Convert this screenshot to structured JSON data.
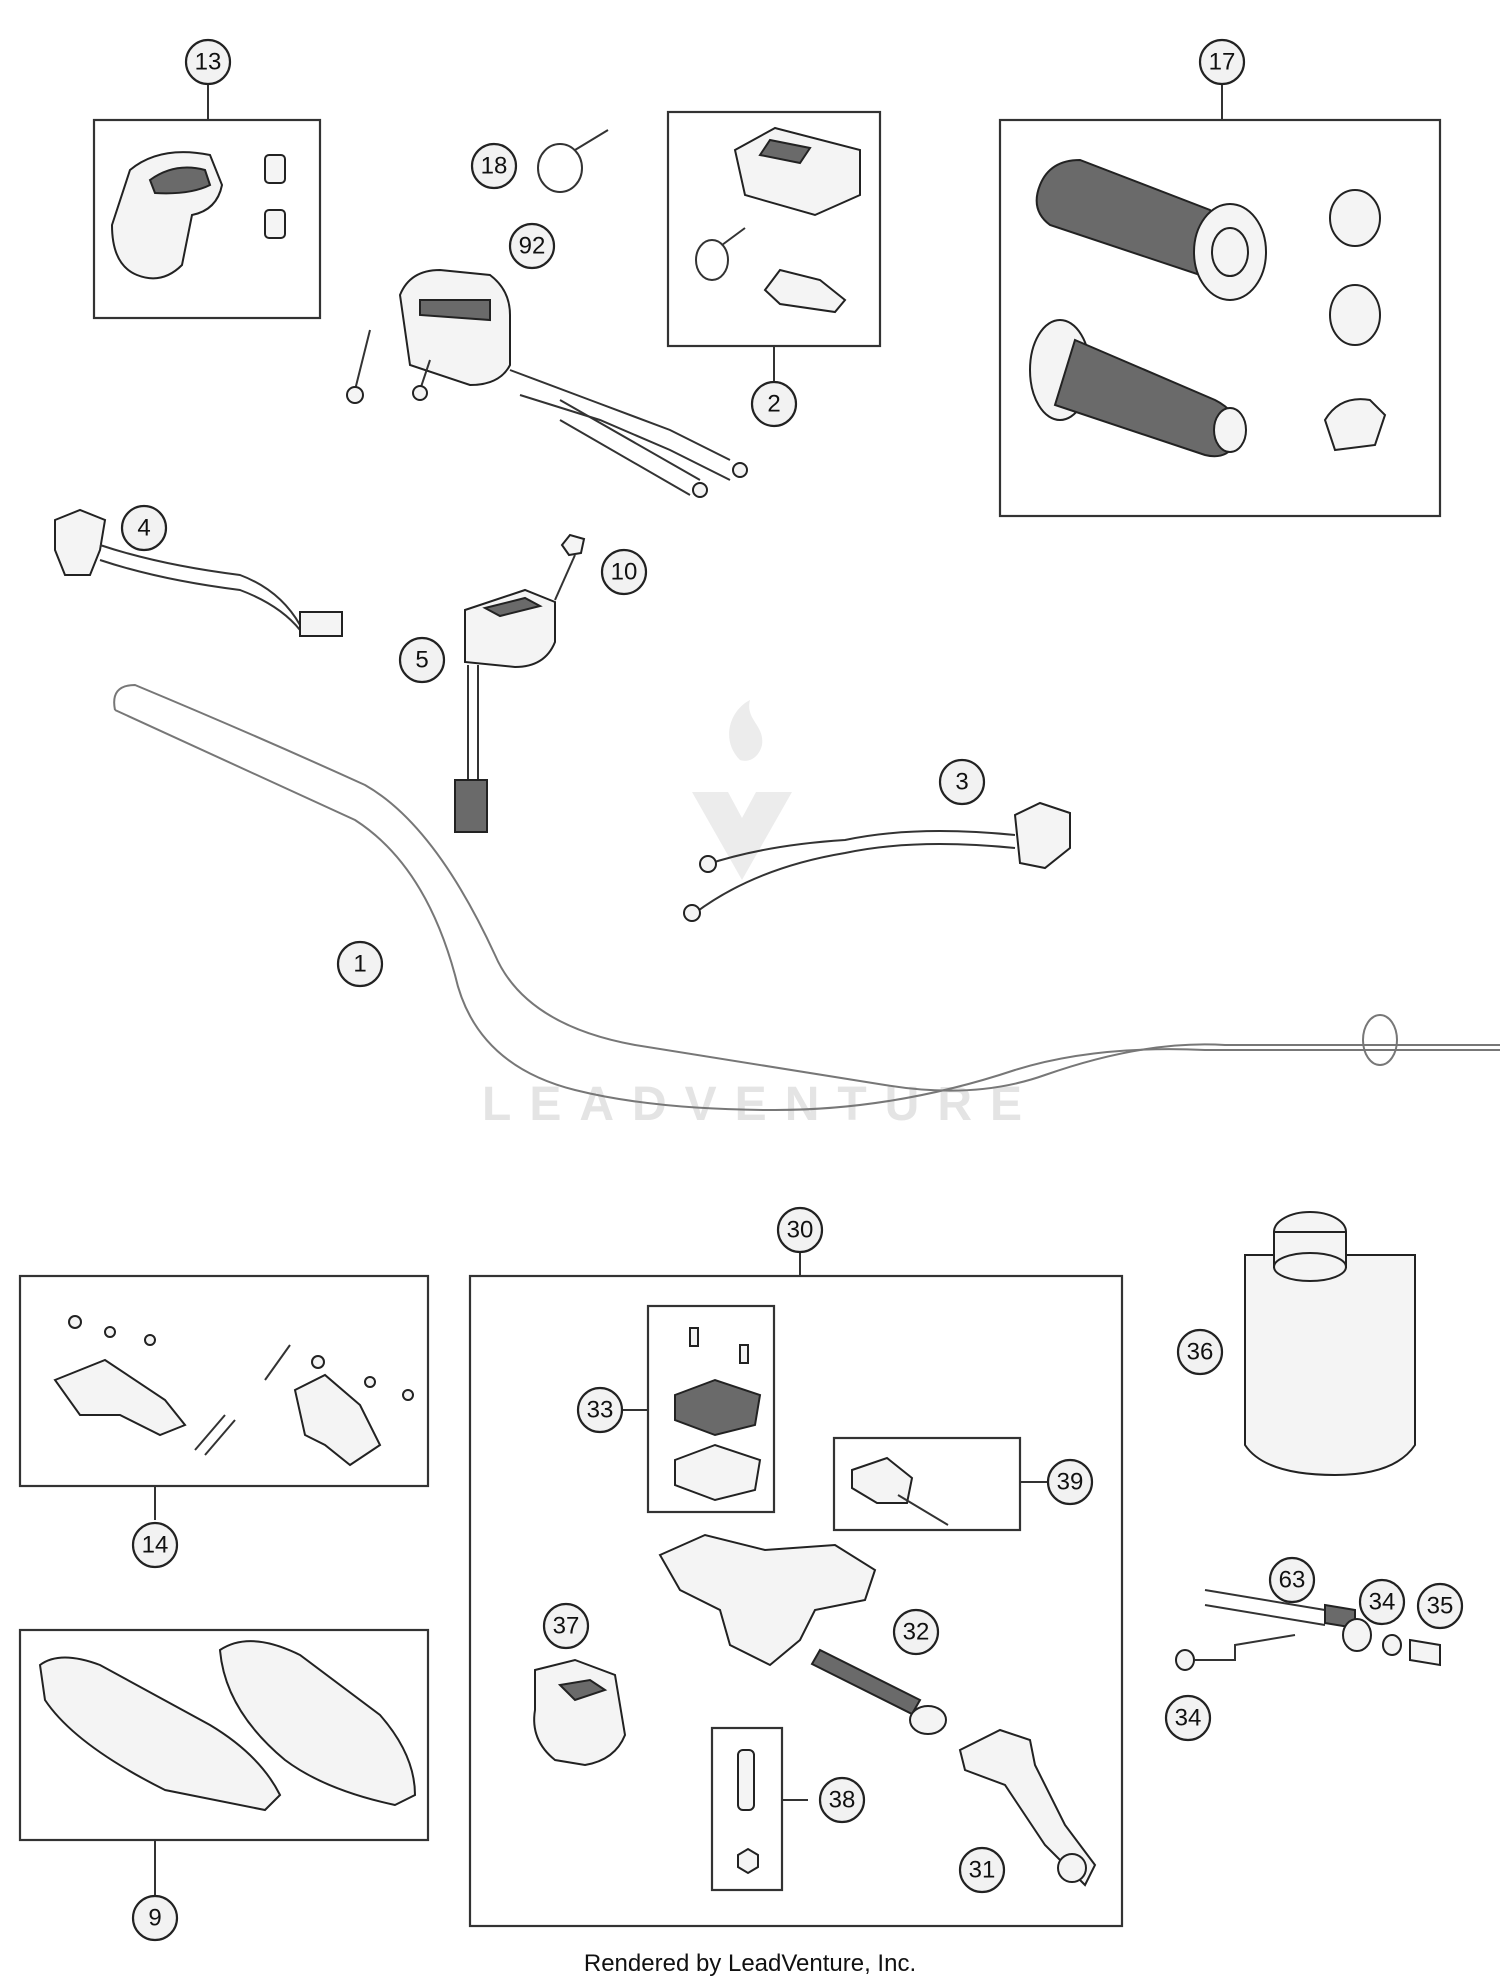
{
  "footer": "Rendered by LeadVenture, Inc.",
  "watermark": "LEADVENTURE",
  "callouts": {
    "c13": "13",
    "c18": "18",
    "c92": "92",
    "c2": "2",
    "c17": "17",
    "c4": "4",
    "c10": "10",
    "c5": "5",
    "c3": "3",
    "c1": "1",
    "c30": "30",
    "c14": "14",
    "c33": "33",
    "c39": "39",
    "c36": "36",
    "c37": "37",
    "c32": "32",
    "c63": "63",
    "c34a": "34",
    "c35": "35",
    "c34b": "34",
    "c38": "38",
    "c31": "31",
    "c9": "9"
  }
}
